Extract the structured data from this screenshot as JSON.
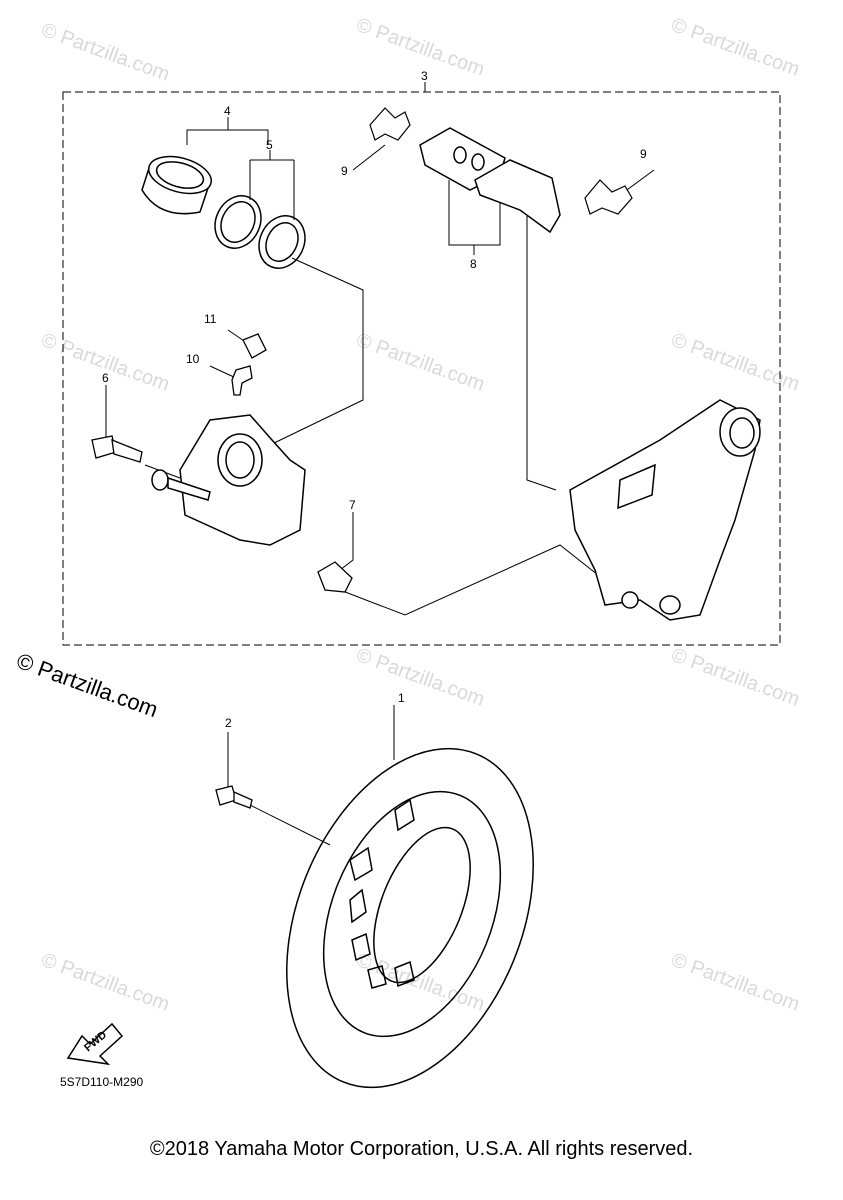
{
  "diagram": {
    "code": "5S7D110-M290",
    "copyright": "©2018 Yamaha Motor Corporation, U.S.A. All rights reserved.",
    "watermark": "© Partzilla.com",
    "fwd_label": "FWD",
    "callouts": [
      {
        "id": "1",
        "label": "1"
      },
      {
        "id": "2",
        "label": "2"
      },
      {
        "id": "3",
        "label": "3"
      },
      {
        "id": "4",
        "label": "4"
      },
      {
        "id": "5",
        "label": "5"
      },
      {
        "id": "6",
        "label": "6"
      },
      {
        "id": "7",
        "label": "7"
      },
      {
        "id": "8",
        "label": "8"
      },
      {
        "id": "9a",
        "label": "9"
      },
      {
        "id": "9b",
        "label": "9"
      },
      {
        "id": "10",
        "label": "10"
      },
      {
        "id": "11",
        "label": "11"
      }
    ]
  }
}
